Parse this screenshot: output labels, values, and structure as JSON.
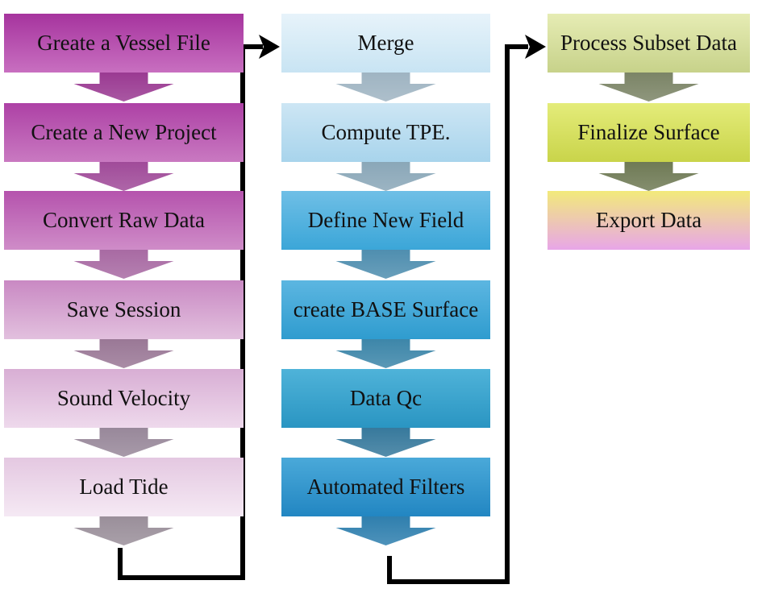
{
  "columns": [
    {
      "id": "c1",
      "steps": [
        {
          "label": "Greate a Vessel File",
          "fill": [
            "#a6349e",
            "#c86fc0"
          ]
        },
        {
          "label": "Create a New Project",
          "fill": [
            "#ad41a5",
            "#c979c1"
          ]
        },
        {
          "label": "Convert Raw Data",
          "fill": [
            "#b553ad",
            "#cf8cc8"
          ]
        },
        {
          "label": "Save Session",
          "fill": [
            "#c989c3",
            "#e2c0de"
          ]
        },
        {
          "label": "Sound Velocity",
          "fill": [
            "#d8aed4",
            "#eed9ec"
          ]
        },
        {
          "label": "Load Tide",
          "fill": [
            "#e4c8e1",
            "#f5e9f4"
          ]
        }
      ],
      "arrow_colors": [
        "#9a3a92",
        "#a04b99",
        "#a86aa3",
        "#9a7896",
        "#98889a",
        "#9a8f9a"
      ]
    },
    {
      "id": "c2",
      "steps": [
        {
          "label": "Merge",
          "fill": [
            "#e7f3fa",
            "#c8e4f3"
          ]
        },
        {
          "label": "Compute TPE.",
          "fill": [
            "#cde6f4",
            "#a8d4ec"
          ]
        },
        {
          "label": "Define New Field",
          "fill": [
            "#6fbfe6",
            "#3ba6d8"
          ]
        },
        {
          "label": "create BASE Surface",
          "fill": [
            "#5cb6e1",
            "#2f9ccf"
          ]
        },
        {
          "label": "Data Qc",
          "fill": [
            "#4fb3d9",
            "#2a95c2"
          ]
        },
        {
          "label": "Automated Filters",
          "fill": [
            "#4aa9d9",
            "#2286c2"
          ]
        }
      ],
      "arrow_colors": [
        "#9fb4c2",
        "#8aa7b8",
        "#4f8eaf",
        "#3d86a9",
        "#37799c",
        "#2f7fae"
      ]
    },
    {
      "id": "c3",
      "steps": [
        {
          "label": "Process Subset Data",
          "fill": [
            "#e6ecb4",
            "#c7d28a"
          ]
        },
        {
          "label": "Finalize Surface",
          "fill": [
            "#e4ec7a",
            "#c9d44a"
          ]
        },
        {
          "label": "Export Data",
          "fill": [
            "#f2ea7a",
            "#e8a6e8"
          ]
        }
      ],
      "arrow_colors": [
        "#7b8466",
        "#6f7a55"
      ]
    }
  ],
  "connector_color": "#000000"
}
